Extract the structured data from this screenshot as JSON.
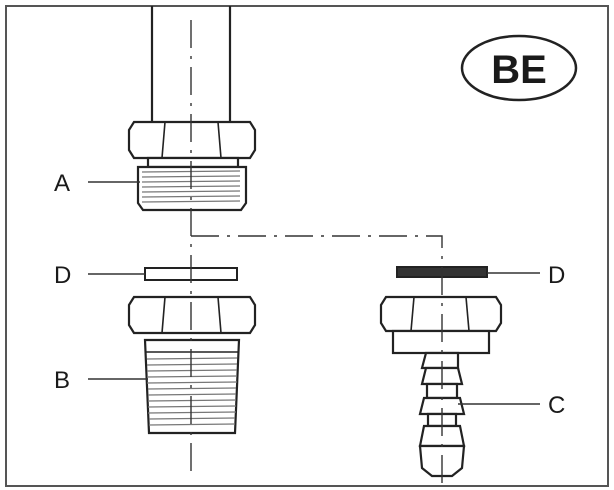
{
  "badge": "BE",
  "labels": {
    "a": "A",
    "b": "B",
    "c": "C",
    "d_left": "D",
    "d_right": "D"
  }
}
